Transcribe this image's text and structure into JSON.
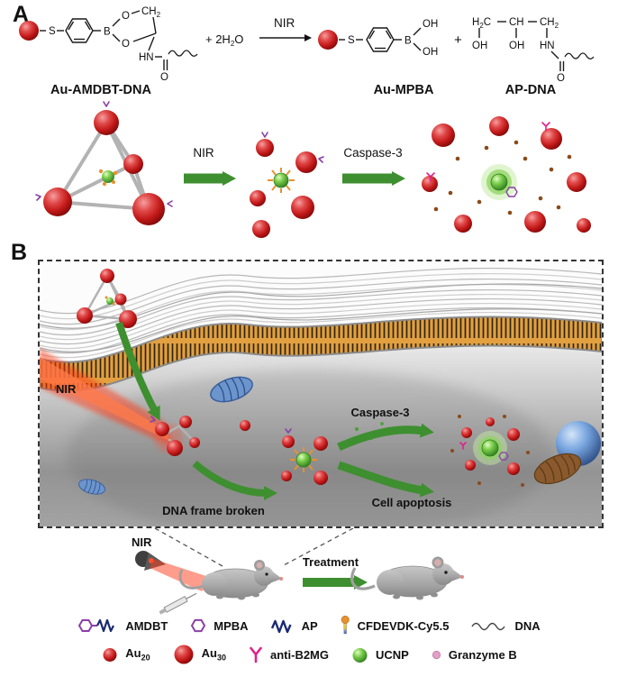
{
  "panel_a": {
    "label": "A",
    "structure1": {
      "s": "S",
      "b": "B",
      "o_top": "O",
      "o_bottom": "O",
      "ch2": "CH",
      "ch2_sub": "2",
      "hn": "HN",
      "o_carbonyl": "O",
      "name": "Au-AMDBT-DNA"
    },
    "water": {
      "plus": "+ 2H",
      "sub": "2",
      "o": "O"
    },
    "nir_arrow": "NIR",
    "structure2": {
      "s": "S",
      "b": "B",
      "oh_top": "OH",
      "oh_bottom": "OH",
      "name": "Au-MPBA"
    },
    "plus": "+",
    "structure3": {
      "h": "H",
      "h_sub": "2",
      "c": "C",
      "ch": "CH",
      "ch2": "CH",
      "ch2_sub": "2",
      "oh1": "OH",
      "oh2": "OH",
      "hn": "HN",
      "o": "O",
      "name": "AP-DNA"
    },
    "scheme": {
      "arrow1": "NIR",
      "arrow2": "Caspase-3"
    }
  },
  "panel_b": {
    "label": "B",
    "nir_inside": "NIR",
    "dna_frame_broken": "DNA frame broken",
    "caspase3": "Caspase-3",
    "cell_apoptosis": "Cell apoptosis",
    "nir_outside": "NIR",
    "treatment": "Treatment"
  },
  "legend": {
    "amdbt": "AMDBT",
    "mpba": "MPBA",
    "ap": "AP",
    "cfdevdk": "CFDEVDK-Cy5.5",
    "dna": "DNA",
    "au20_base": "Au",
    "au20_sub": "20",
    "au30_base": "Au",
    "au30_sub": "30",
    "anti_b2mg": "anti-B2MG",
    "ucnp": "UCNP",
    "granzyme": "Granzyme B"
  },
  "colors": {
    "au_red": "#bf1616",
    "green_arrow": "#3e8f2f",
    "membrane_orange": "#e2a041",
    "purple": "#8b3fa8",
    "navy": "#1b2a72",
    "magenta": "#e0218a",
    "ucnp_green": "#2e7d1e",
    "granzyme_pink": "#e3a0c6",
    "brown_dot": "#8a4a1a"
  }
}
